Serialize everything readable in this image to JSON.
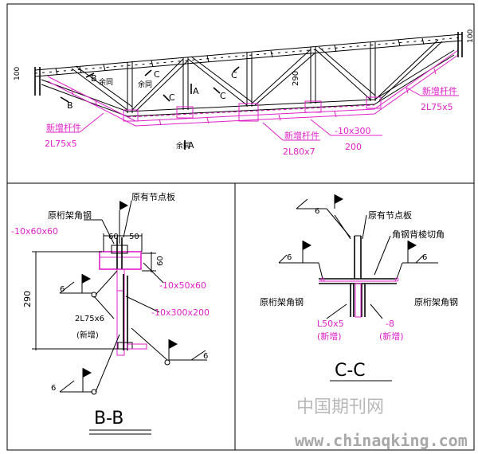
{
  "top_view": {
    "dim_left": "100",
    "dim_right": "100",
    "dim_mid": "290",
    "cut_marks": [
      "B",
      "C",
      "C",
      "A",
      "C",
      "C",
      "B"
    ],
    "same_note": "余同",
    "bottom_cut": "A",
    "new_member_left": {
      "label": "新增杆件",
      "spec": "2L75x5"
    },
    "new_member_center": {
      "label": "新增杆件",
      "spec": "2L80x7"
    },
    "new_member_right": {
      "label": "新增杆件",
      "spec": "2L75x5"
    },
    "plate_spec": "-10x300",
    "plate_len": "200"
  },
  "section_bb": {
    "title": "B-B",
    "orig_plate": "原有节点板",
    "orig_angle": "原桁架角钢",
    "plate1": "-10x60x60",
    "dim60a": "60",
    "dim50": "50",
    "dim60b": "60",
    "plate2": "-10x50x60",
    "plate3": "-10x300x200",
    "dim290": "290",
    "angle_spec": "2L75x6",
    "angle_new": "(新增)",
    "weld6a": "6",
    "weld6b": "6",
    "weld6c": "6"
  },
  "section_cc": {
    "title": "C-C",
    "orig_plate": "原有节点板",
    "cut_note": "角钢背棱切角",
    "orig_angle_left": "原桁架角钢",
    "orig_angle_right": "原桁架角钢",
    "angle_spec": "L50x5",
    "angle_new": "(新增)",
    "plate_spec": "-8",
    "plate_new": "(新增)",
    "weld6a": "6",
    "weld6b": "6",
    "weld6c": "6"
  },
  "watermark": {
    "cn": "中国期刊网",
    "url": "www.chinaqking.com"
  }
}
